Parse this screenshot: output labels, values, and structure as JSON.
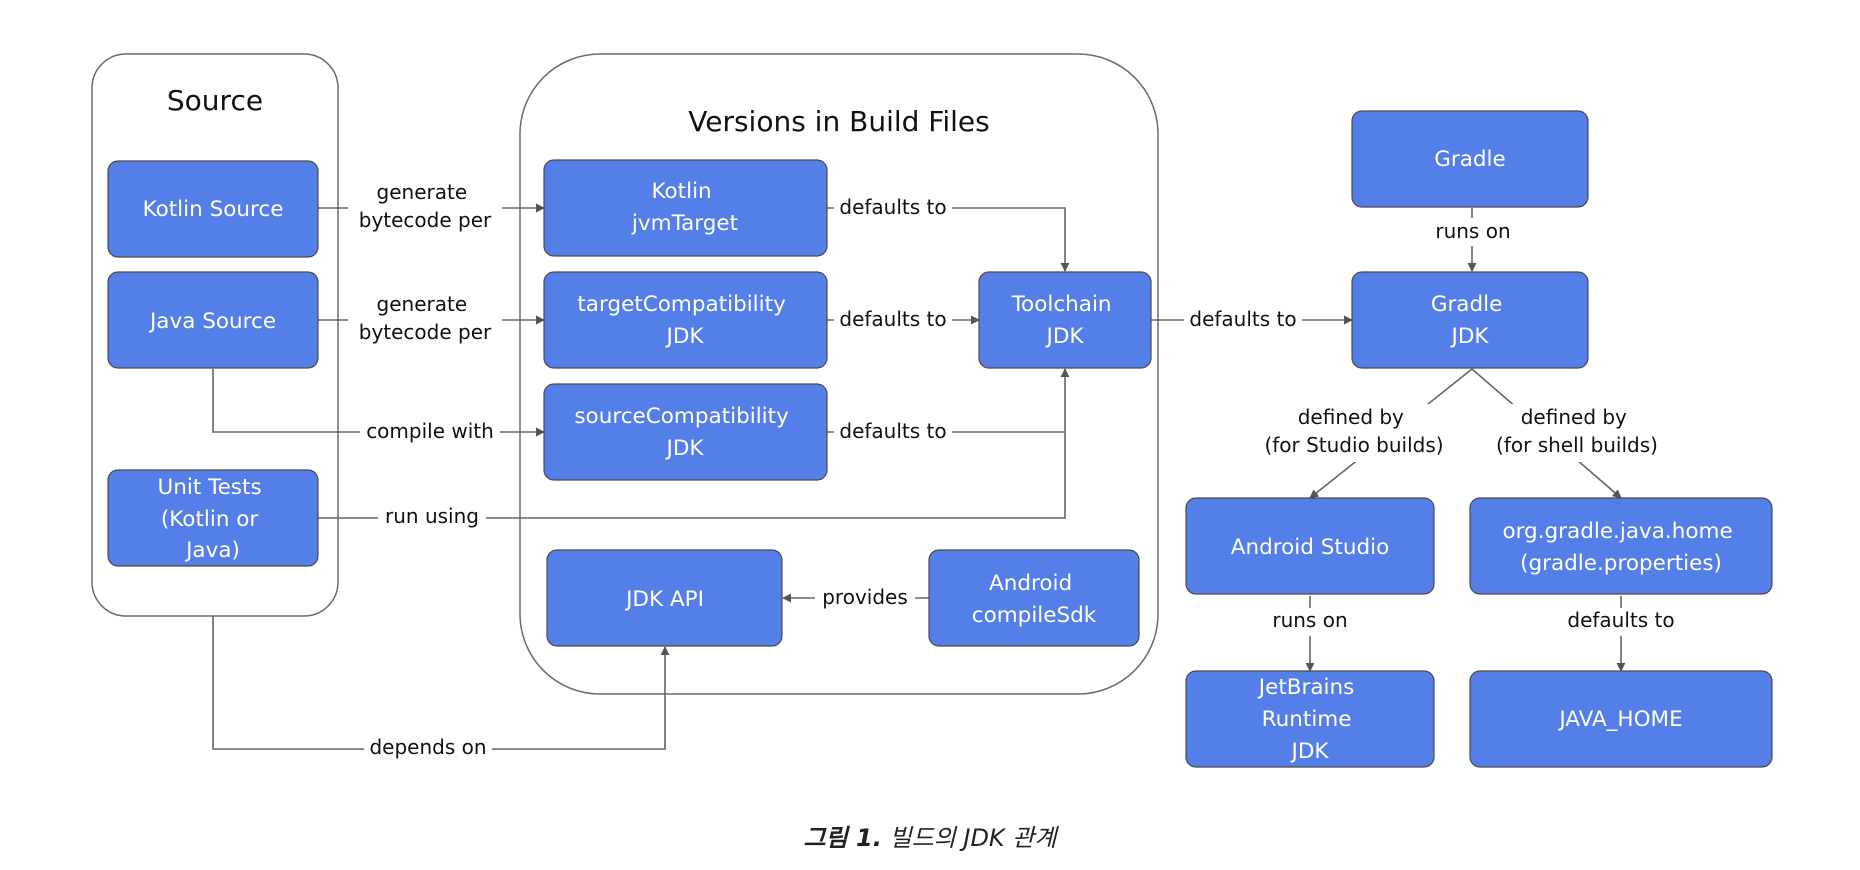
{
  "groups": {
    "source": {
      "title": "Source"
    },
    "build": {
      "title": "Versions in Build Files"
    }
  },
  "nodes": {
    "kotlin_source": [
      "Kotlin Source"
    ],
    "java_source": [
      "Java Source"
    ],
    "unit_tests": [
      "Unit Tests",
      "(Kotlin or",
      "Java)"
    ],
    "kotlin_jvmtarget": [
      "Kotlin",
      "jvmTarget"
    ],
    "target_compat": [
      "targetCompatibility",
      "JDK"
    ],
    "source_compat": [
      "sourceCompatibility",
      "JDK"
    ],
    "toolchain": [
      "Toolchain",
      "JDK"
    ],
    "jdk_api": [
      "JDK API"
    ],
    "android_compilesdk": [
      "Android",
      "compileSdk"
    ],
    "gradle": [
      "Gradle"
    ],
    "gradle_jdk": [
      "Gradle",
      "JDK"
    ],
    "android_studio": [
      "Android Studio"
    ],
    "gradle_java_home": [
      "org.gradle.java.home",
      "(gradle.properties)"
    ],
    "jetbrains_runtime": [
      "JetBrains",
      "Runtime",
      "JDK"
    ],
    "java_home": [
      "JAVA_HOME"
    ]
  },
  "edges": {
    "kotlin_gen": [
      "generate",
      "bytecode per"
    ],
    "java_gen": [
      "generate",
      "bytecode per"
    ],
    "compile_with": [
      "compile with"
    ],
    "run_using": [
      "run using"
    ],
    "kotlin_defaults": [
      "defaults to"
    ],
    "target_defaults": [
      "defaults to"
    ],
    "source_defaults": [
      "defaults to"
    ],
    "toolchain_defaults": [
      "defaults to"
    ],
    "provides": [
      "provides"
    ],
    "depends_on": [
      "depends on"
    ],
    "gradle_runs_on": [
      "runs on"
    ],
    "defined_studio": [
      "defined by",
      "(for Studio builds)"
    ],
    "defined_shell": [
      "defined by",
      "(for shell builds)"
    ],
    "studio_runs_on": [
      "runs on"
    ],
    "java_home_defaults": [
      "defaults to"
    ]
  },
  "caption": {
    "label": "그림 1.",
    "text": "빌드의 JDK 관계"
  }
}
